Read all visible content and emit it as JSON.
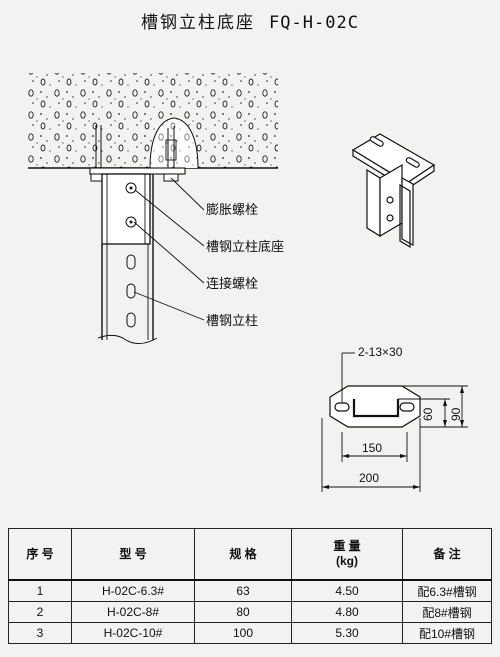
{
  "title": {
    "name": "槽钢立柱底座",
    "code": "FQ-H-02C"
  },
  "labels": {
    "expansion_bolt": "膨胀螺栓",
    "column_base": "槽钢立柱底座",
    "connecting_bolt": "连接螺栓",
    "channel_column": "槽钢立柱"
  },
  "dimensions": {
    "holes": "2-13×30",
    "hole_spacing": "150",
    "overall_length": "200",
    "inner_height": "60",
    "overall_height": "90"
  },
  "table": {
    "headers": {
      "no": "序 号",
      "model": "型  号",
      "spec": "规  格",
      "weight_line1": "重 量",
      "weight_line2": "(kg)",
      "remark": "备  注"
    },
    "rows": [
      {
        "no": "1",
        "model": "H-02C-6.3#",
        "spec": "63",
        "weight": "4.50",
        "remark": "配6.3#槽钢"
      },
      {
        "no": "2",
        "model": "H-02C-8#",
        "spec": "80",
        "weight": "4.80",
        "remark": "配8#槽钢"
      },
      {
        "no": "3",
        "model": "H-02C-10#",
        "spec": "100",
        "weight": "5.30",
        "remark": "配10#槽钢"
      }
    ]
  }
}
